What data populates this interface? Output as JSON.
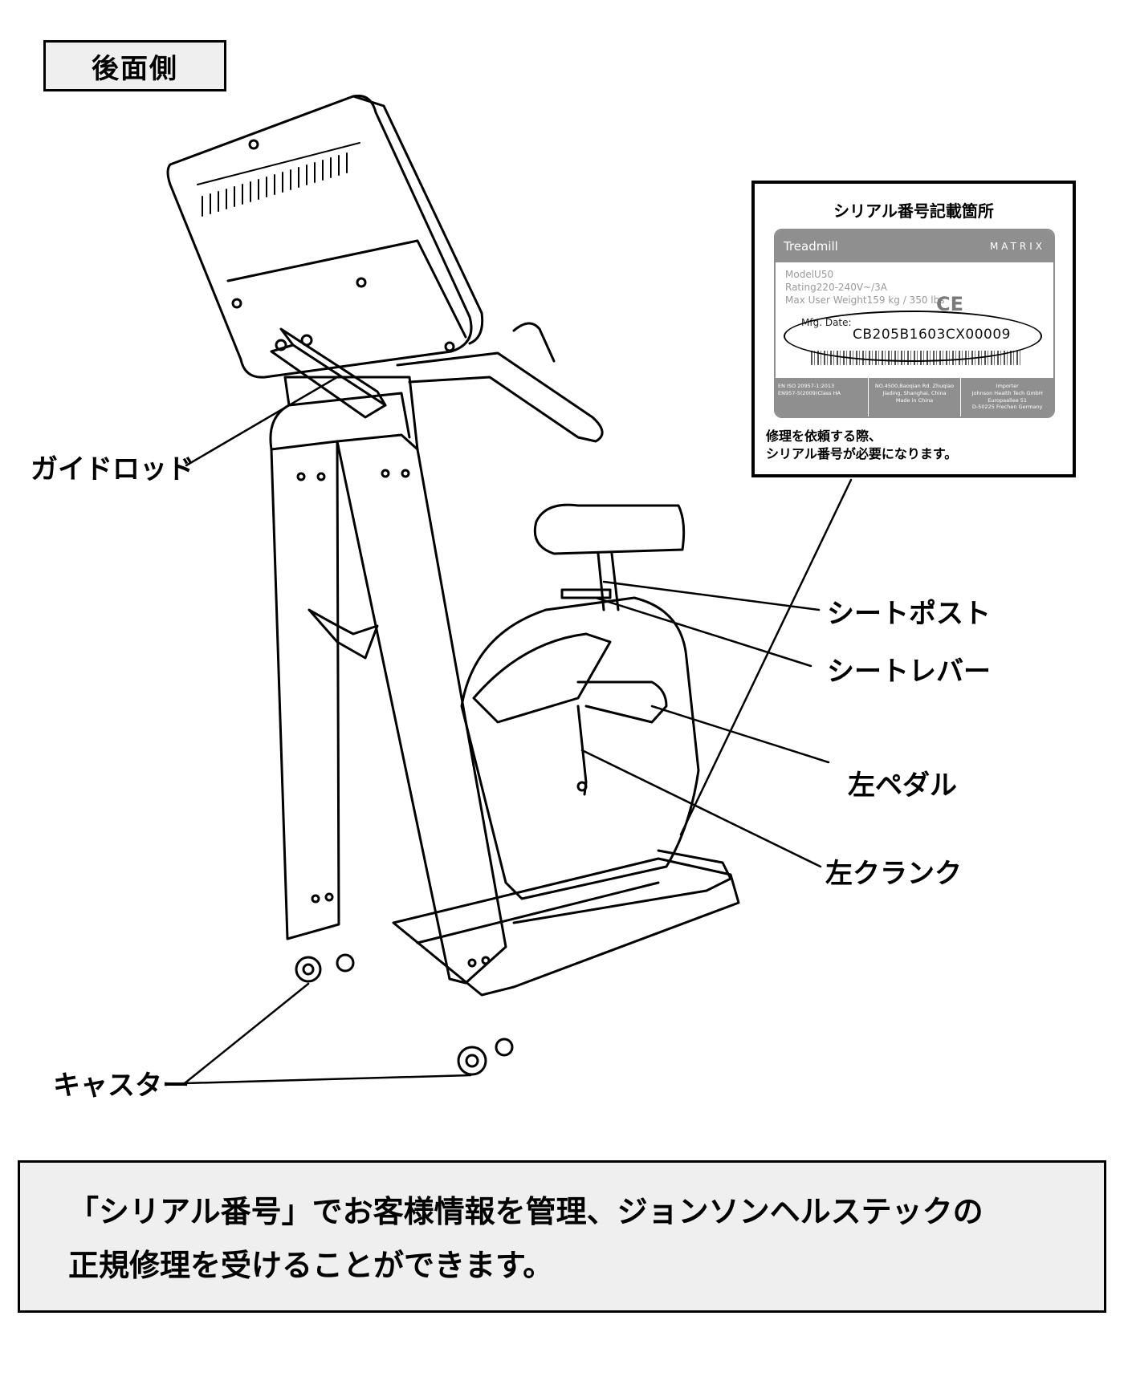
{
  "header": {
    "title": "後面側"
  },
  "callouts": {
    "guide_rod": "ガイドロッド",
    "seat_post": "シートポスト",
    "seat_lever": "シートレバー",
    "left_pedal": "左ペダル",
    "left_crank": "左クランク",
    "caster": "キャスター"
  },
  "inset": {
    "title": "シリアル番号記載箇所",
    "label": {
      "product": "Treadmill",
      "brand": "MATRIX",
      "model": "ModelU50",
      "rating": "Rating220-240V~/3A",
      "weight": "Max User Weight159 kg / 350 lbs",
      "mfg_label": "Mfg. Date:",
      "serial": "CB205B1603CX00009",
      "ce_mark": "CE",
      "footer": {
        "standards": [
          "EN ISO 20957-1:2013",
          "EN957-5(2009)Class HA"
        ],
        "address": [
          "NO.4500,Baoqian Rd. Zhuqiao",
          "Jiading, Shanghai, China",
          "Made in China"
        ],
        "importer": [
          "Importer",
          "Johnson Health Tech GmbH",
          "Europaallee 51",
          "D-50225 Frechen Germany"
        ]
      }
    },
    "note_line1": "修理を依頼する際、",
    "note_line2": "シリアル番号が必要になります。"
  },
  "footer": {
    "line1": "「シリアル番号」でお客様情報を管理、ジョンソンヘルステックの",
    "line2": "正規修理を受けることができます。"
  }
}
